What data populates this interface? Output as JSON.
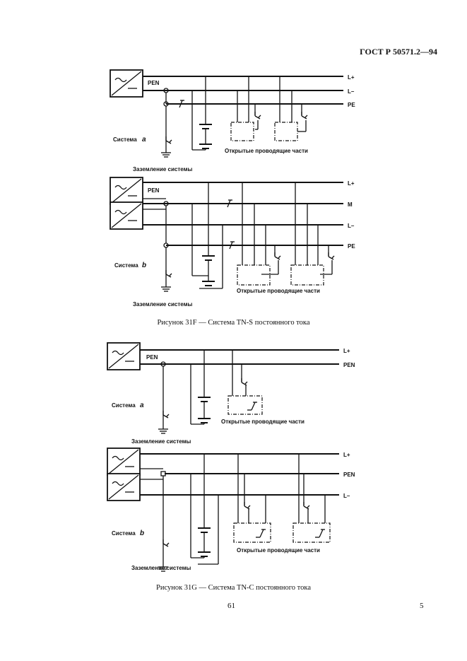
{
  "header": {
    "code": "ГОСТ Р 50571.2—94"
  },
  "labels": {
    "l_plus": "L+",
    "l_minus": "L–",
    "pen": "PEN",
    "pe": "PE",
    "m": "M",
    "system_a": "Система",
    "system_b": "Система",
    "letter_a": "a",
    "letter_b": "b",
    "exposed_parts": "Открытые проводящие части",
    "system_earthing": "Заземление системы"
  },
  "captions": {
    "fig31f": "Рисунок 31F — Система TN-S постоянного тока",
    "fig31g": "Рисунок 31G — Система TN-C постоянного тока"
  },
  "footer": {
    "page_number": "61",
    "sheet_number": "5"
  }
}
